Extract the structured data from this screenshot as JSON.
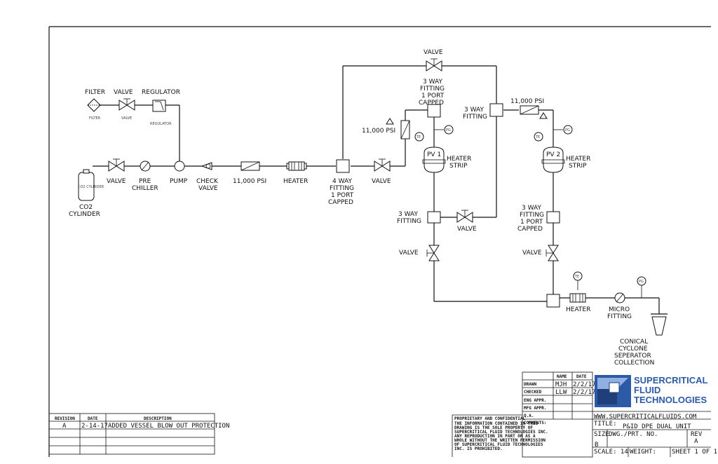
{
  "labels": {
    "filter": "FILTER",
    "valve_top": "VALVE",
    "regulator": "REGULATOR",
    "filter_small": "FILTER",
    "valve_small": "VALVE",
    "regulator_small": "REGULATOR",
    "co2_small": "CO2 CYLINDER",
    "co2_a": "CO2",
    "co2_b": "CYLINDER",
    "valve_main": "VALVE",
    "pre": "PRE",
    "chiller": "CHILLER",
    "pump": "PUMP",
    "check_a": "CHECK",
    "check_b": "VALVE",
    "psi_main": "11,000 PSI",
    "heater_main": "HEATER",
    "fourway_a": "4 WAY",
    "fourway_b": "FITTING",
    "fourway_c": "1 PORT",
    "fourway_d": "CAPPED",
    "valve_pv1_in": "VALVE",
    "valve_bypass_top": "VALVE",
    "tw1_a": "3 WAY",
    "tw1_b": "FITTING",
    "tw1_c": "1 PORT",
    "tw1_d": "CAPPED",
    "psi_pv1": "11,000 PSI",
    "te1": "TE",
    "pg1": "PG",
    "pv1": "PV 1",
    "heat1_a": "HEATER",
    "heat1_b": "STRIP",
    "tw2_a": "3 WAY",
    "tw2_b": "FITTING",
    "psi_pv2": "11,000 PSI",
    "te2": "TE",
    "pg2": "PG",
    "pv2": "PV 2",
    "heat2_a": "HEATER",
    "heat2_b": "STRIP",
    "tw3_a": "3 WAY",
    "tw3_b": "FITTING",
    "valve_mid": "VALVE",
    "tw4_a": "3 WAY",
    "tw4_b": "FITTING",
    "tw4_c": "1 PORT",
    "tw4_d": "CAPPED",
    "valve_left_v": "VALVE",
    "valve_right_v": "VALVE",
    "te3": "TE",
    "pg3": "PG",
    "heater_out": "HEATER",
    "micro_a": "MICRO",
    "micro_b": "FITTING",
    "cyc_a": "CONICAL",
    "cyc_b": "CYCLONE",
    "cyc_c": "SEPERATOR",
    "cyc_d": "COLLECTION"
  },
  "title_block": {
    "col_name": "NAME",
    "col_date": "DATE",
    "drawn": "DRAWN",
    "drawn_name": "MJH",
    "drawn_date": "2/2/17",
    "checked": "CHECKED",
    "checked_name": "LLW",
    "checked_date": "2/2/17",
    "eng": "ENG APPR.",
    "mfg": "MFG APPR.",
    "qa": "Q.A.",
    "comments": "COMMENTS:",
    "company_1": "SUPERCRITICAL",
    "company_2": "FLUID",
    "company_3": "TECHNOLOGIES",
    "website": "WWW.SUPERCRITICALFLUIDS.COM",
    "title_lbl": "TITLE:",
    "title_val": "P&ID DPE DUAL UNIT",
    "size_lbl": "SIZE",
    "size_val": "B",
    "dwg_lbl": "DWG./PRT. NO.",
    "rev_lbl": "REV",
    "rev_val": "A",
    "scale": "SCALE: 14",
    "weight": "WEIGHT:",
    "sheet": "SHEET 1 OF 1",
    "prop_1": "PROPRIETARY AND CONFIDENTIAL",
    "prop_2": "THE INFORMATION CONTAINED IN THIS",
    "prop_3": "DRAWING IS THE SOLE PROPERTY OF",
    "prop_4": "SUPERCRITICAL FLUID TECHNOLOGIES INC.",
    "prop_5": "ANY REPRODUCTION IN PART OR AS A",
    "prop_6": "WHOLE WITHOUT THE WRITTEN PERMISSION",
    "prop_7": "OF SUPERCRITICAL FLUID TECHNOLOGIES",
    "prop_8": "INC. IS PROHIBITED."
  },
  "revision": {
    "col_rev": "REVISION",
    "col_date": "DATE",
    "col_desc": "DESCRIPTION",
    "rev": "A",
    "date": "2-14-17",
    "desc": "ADDED VESSEL BLOW OUT PROTECTION"
  },
  "colors": {
    "logo_blue": "#2d5aa6",
    "line": "#111111"
  }
}
